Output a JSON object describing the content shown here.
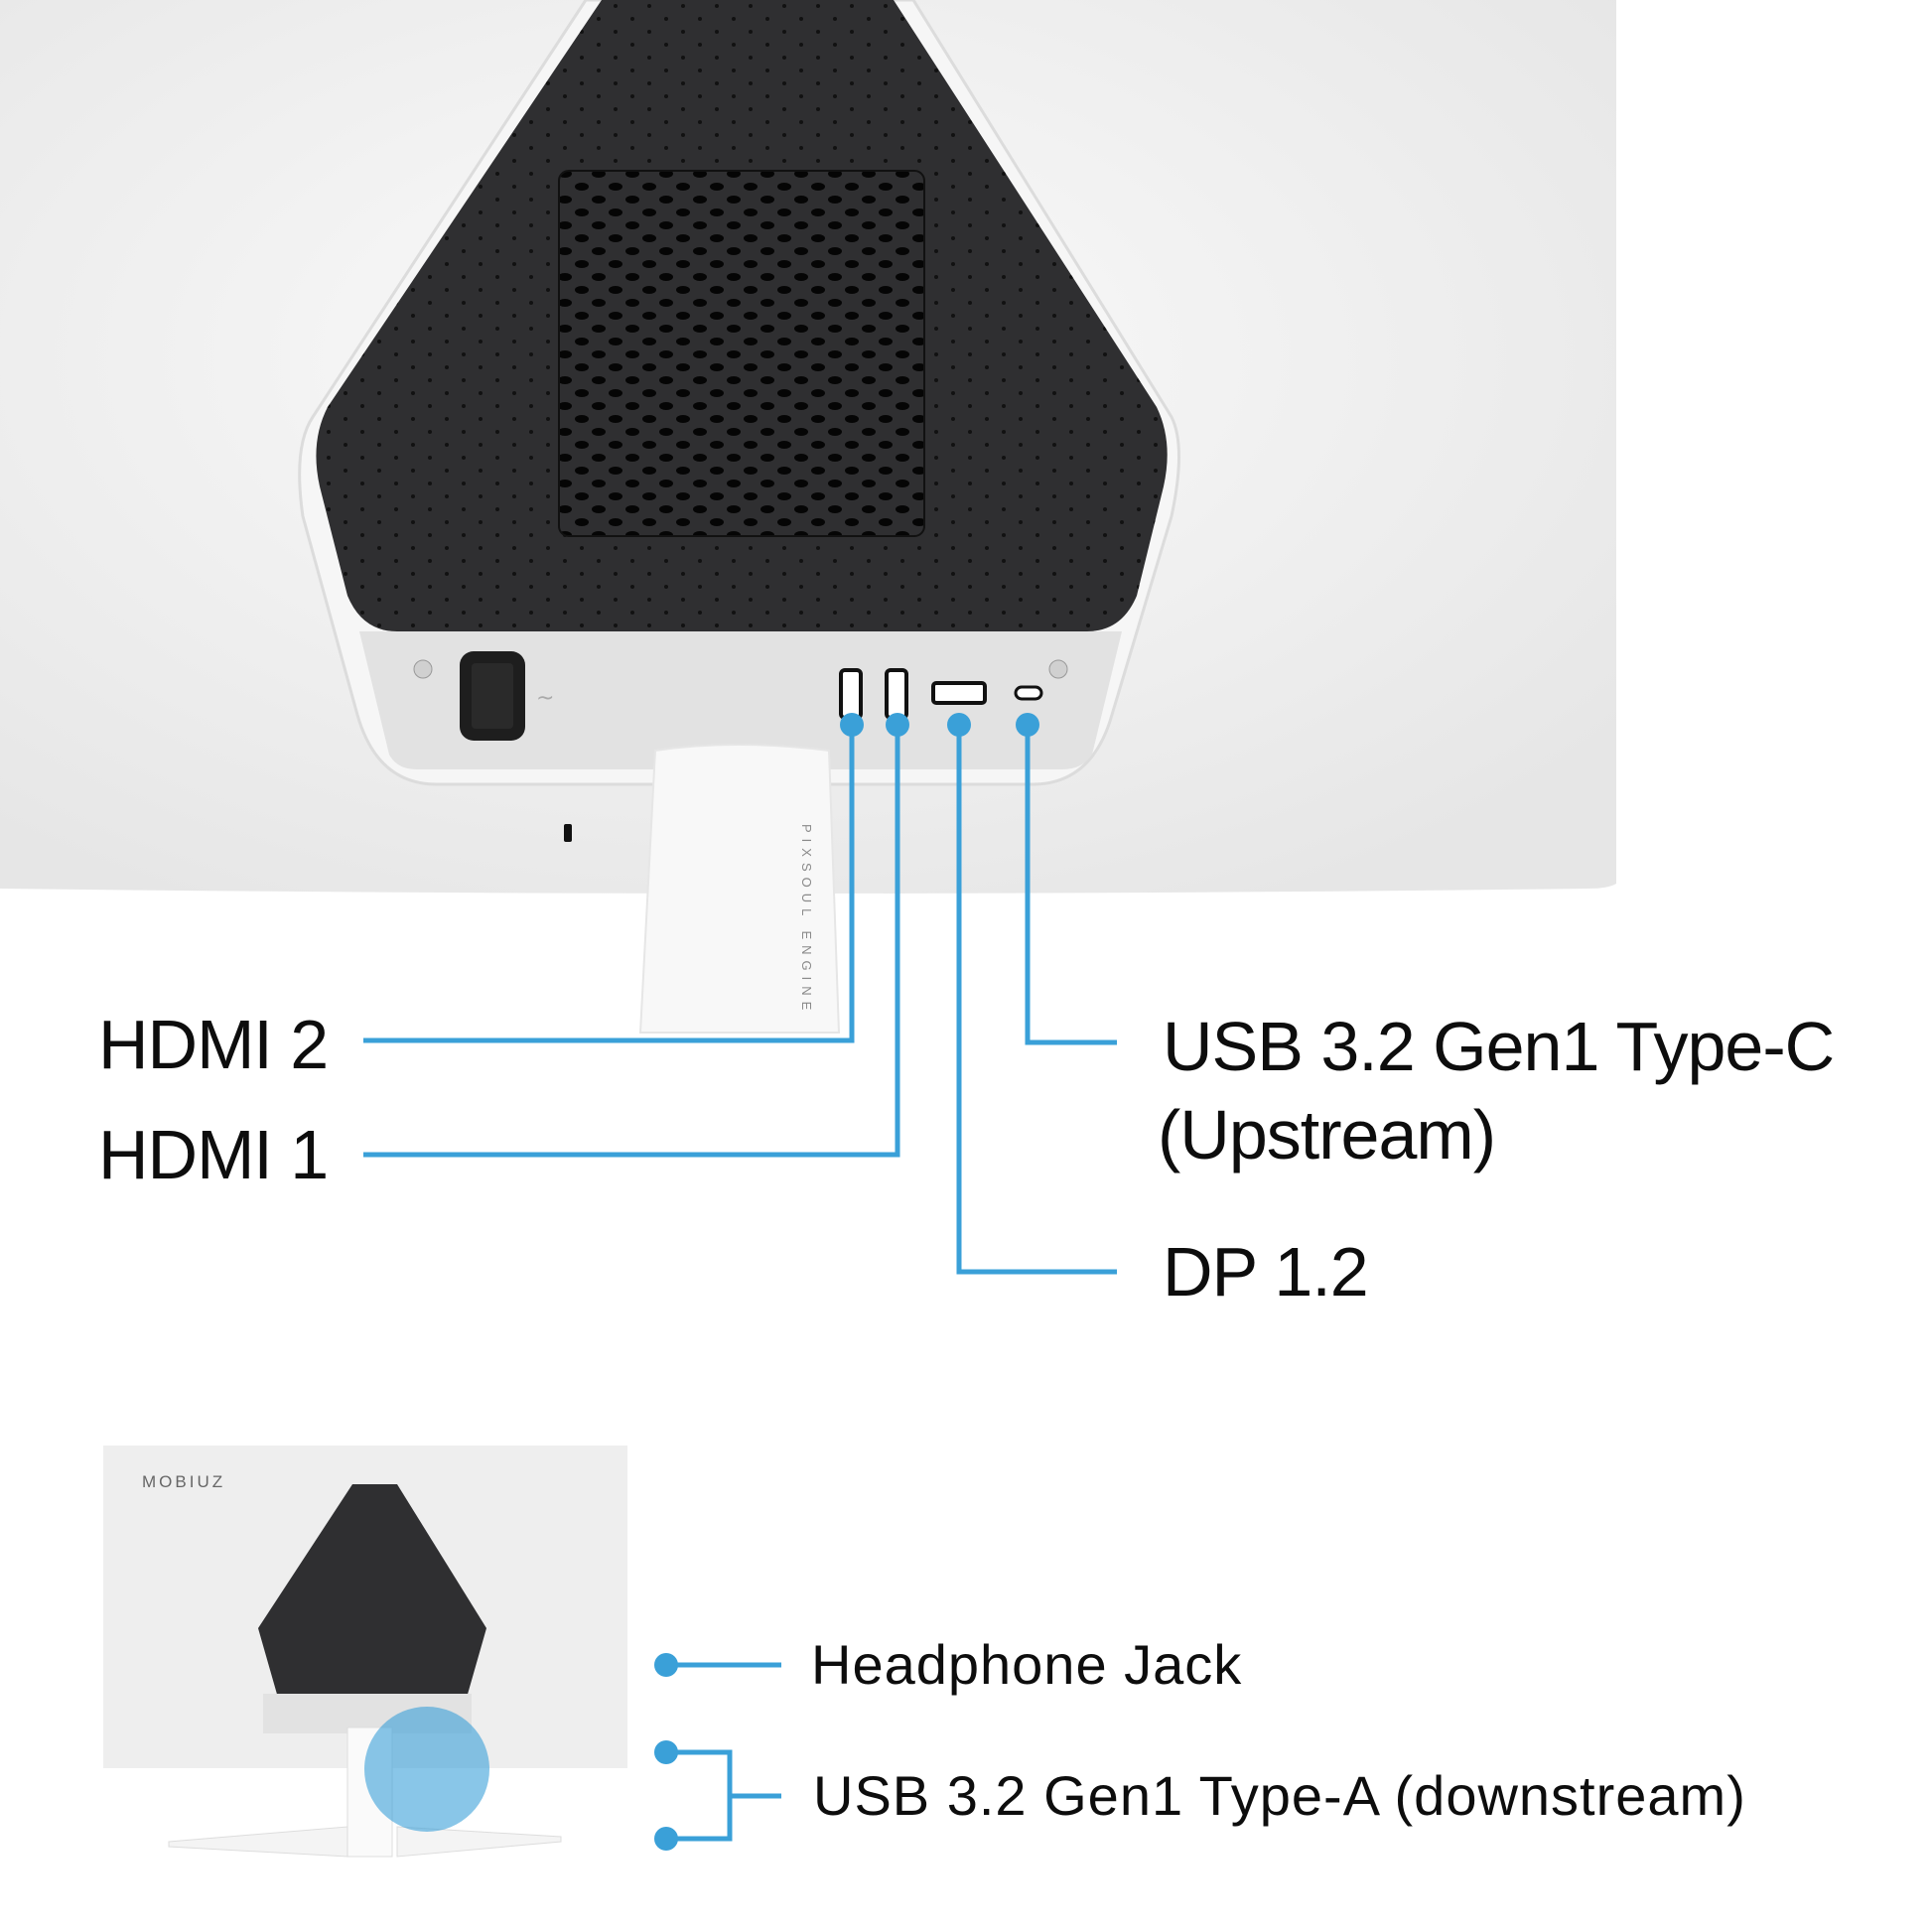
{
  "colors": {
    "accent": "#3aa0d8",
    "panel": "#2e2e30",
    "monitor": "#efefef"
  },
  "product": {
    "brand_logo": "MOBIUZ",
    "stand_text": "PIXSOUL ENGINE"
  },
  "ports_main": [
    {
      "label": "HDMI 2"
    },
    {
      "label": "HDMI 1"
    },
    {
      "label_line1": "USB 3.2 Gen1 Type-C",
      "label_line2": "(Upstream)"
    },
    {
      "label": "DP 1.2"
    }
  ],
  "ports_side": [
    {
      "label": "Headphone Jack"
    },
    {
      "label": "USB 3.2 Gen1 Type-A (downstream)"
    }
  ]
}
